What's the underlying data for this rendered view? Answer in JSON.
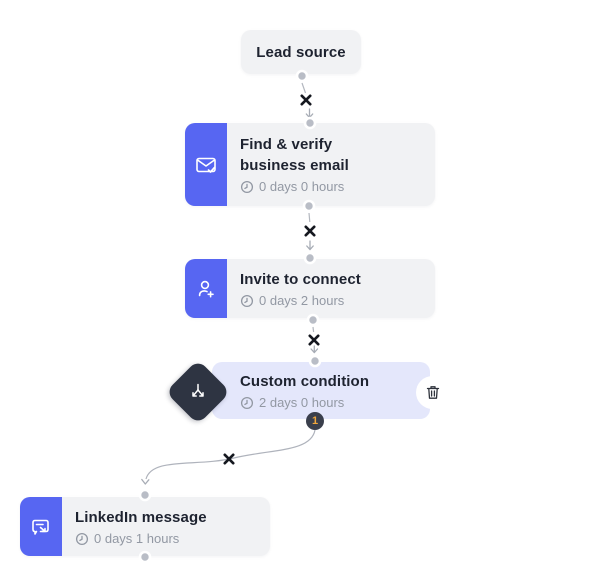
{
  "palette": {
    "accent_blue": "#5766F2",
    "node_background": "#F1F2F4",
    "condition_background": "#E4E7FB",
    "diamond_background": "#2E3442",
    "badge_background": "#3A3F4C",
    "badge_text": "#F0A73C",
    "connector_gray": "#AFB3BC",
    "dot_gray": "#B9BDC6",
    "title_color": "#1E2330",
    "delay_color": "#9298A3",
    "detach_x_color": "#15181F"
  },
  "flow": {
    "lead_source": {
      "title": "Lead source"
    },
    "find_verify_email": {
      "title": "Find & verify business email",
      "delay": "0 days 0 hours",
      "icon": "envelope-check-icon"
    },
    "invite_to_connect": {
      "title": "Invite to connect",
      "delay": "0 days 2 hours",
      "icon": "person-plus-icon"
    },
    "custom_condition": {
      "title": "Custom condition",
      "delay": "2 days 0 hours",
      "icon": "branch-split-icon",
      "branch_badge": "1"
    },
    "linkedin_message": {
      "title": "LinkedIn message",
      "delay": "0 days 1 hours",
      "icon": "chat-forward-icon"
    }
  }
}
